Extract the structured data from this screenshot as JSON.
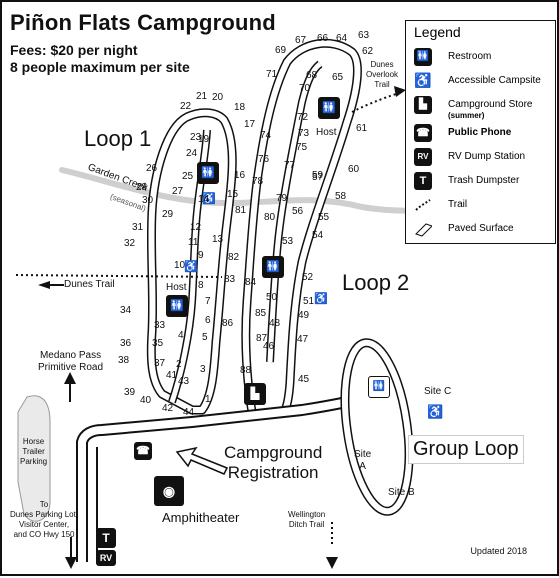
{
  "title": "Piñon Flats Campground",
  "fees": "Fees: $20 per night",
  "max_people": "8 people maximum per site",
  "legend": {
    "title": "Legend",
    "items": [
      {
        "icon": "restroom-icon",
        "label": "Restroom"
      },
      {
        "icon": "accessible-icon",
        "label": "Accessible Campsite"
      },
      {
        "icon": "store-icon",
        "label": "Campground Store",
        "sub": "(summer)"
      },
      {
        "icon": "phone-icon",
        "label": "Public Phone"
      },
      {
        "icon": "rv-dump-icon",
        "label": "RV Dump Station"
      },
      {
        "icon": "trash-icon",
        "label": "Trash Dumpster"
      },
      {
        "icon": "trail-icon",
        "label": "Trail"
      },
      {
        "icon": "paved-icon",
        "label": "Paved Surface"
      }
    ]
  },
  "labels": {
    "loop1": "Loop 1",
    "loop2": "Loop 2",
    "group_loop": "Group Loop",
    "garden_creek": "Garden Creek",
    "seasonal": "(seasonal)",
    "dunes_trail": "Dunes Trail",
    "dunes_overlook_trail": "Dunes\nOverlook\nTrail",
    "host1": "Host",
    "host2": "Host",
    "medano_pass": "Medano Pass\nPrimitive Road",
    "horse_trailer": "Horse\nTrailer\nParking",
    "to_dunes": "To\nDunes Parking Lot,\nVisitor Center,\nand CO Hwy 150",
    "campground_registration": "Campground\nRegistration",
    "amphitheater": "Amphitheater",
    "wellington": "Wellington\nDitch Trail",
    "site_a": "Site\nA",
    "site_b": "Site B",
    "site_c": "Site C",
    "updated": "Updated 2018"
  },
  "sites": [
    {
      "n": "1"
    },
    {
      "n": "2"
    },
    {
      "n": "3"
    },
    {
      "n": "4"
    },
    {
      "n": "5"
    },
    {
      "n": "6"
    },
    {
      "n": "7"
    },
    {
      "n": "8"
    },
    {
      "n": "9"
    },
    {
      "n": "10"
    },
    {
      "n": "11"
    },
    {
      "n": "12"
    },
    {
      "n": "13"
    },
    {
      "n": "14"
    },
    {
      "n": "15"
    },
    {
      "n": "16"
    },
    {
      "n": "17"
    },
    {
      "n": "18"
    },
    {
      "n": "19"
    },
    {
      "n": "20"
    },
    {
      "n": "21"
    },
    {
      "n": "22"
    },
    {
      "n": "23"
    },
    {
      "n": "24"
    },
    {
      "n": "25"
    },
    {
      "n": "26"
    },
    {
      "n": "27"
    },
    {
      "n": "28"
    },
    {
      "n": "29"
    },
    {
      "n": "30"
    },
    {
      "n": "31"
    },
    {
      "n": "32"
    },
    {
      "n": "33"
    },
    {
      "n": "34"
    },
    {
      "n": "35"
    },
    {
      "n": "36"
    },
    {
      "n": "37"
    },
    {
      "n": "38"
    },
    {
      "n": "39"
    },
    {
      "n": "40"
    },
    {
      "n": "41"
    },
    {
      "n": "42"
    },
    {
      "n": "43"
    },
    {
      "n": "44"
    },
    {
      "n": "45"
    },
    {
      "n": "46"
    },
    {
      "n": "47"
    },
    {
      "n": "48"
    },
    {
      "n": "49"
    },
    {
      "n": "50"
    },
    {
      "n": "51"
    },
    {
      "n": "52"
    },
    {
      "n": "53"
    },
    {
      "n": "54"
    },
    {
      "n": "55"
    },
    {
      "n": "56"
    },
    {
      "n": "57"
    },
    {
      "n": "58"
    },
    {
      "n": "59"
    },
    {
      "n": "60"
    },
    {
      "n": "61"
    },
    {
      "n": "62"
    },
    {
      "n": "63"
    },
    {
      "n": "64"
    },
    {
      "n": "65"
    },
    {
      "n": "66"
    },
    {
      "n": "67"
    },
    {
      "n": "68"
    },
    {
      "n": "69"
    },
    {
      "n": "70"
    },
    {
      "n": "71"
    },
    {
      "n": "72"
    },
    {
      "n": "73"
    },
    {
      "n": "74"
    },
    {
      "n": "75"
    },
    {
      "n": "76"
    },
    {
      "n": "77"
    },
    {
      "n": "78"
    },
    {
      "n": "79"
    },
    {
      "n": "80"
    },
    {
      "n": "81"
    },
    {
      "n": "82"
    },
    {
      "n": "83"
    },
    {
      "n": "84"
    },
    {
      "n": "85"
    },
    {
      "n": "86"
    },
    {
      "n": "87"
    },
    {
      "n": "88"
    }
  ],
  "colors": {
    "ink": "#111111",
    "road_fill": "#ffffff",
    "creek": "#cfcfcf"
  }
}
